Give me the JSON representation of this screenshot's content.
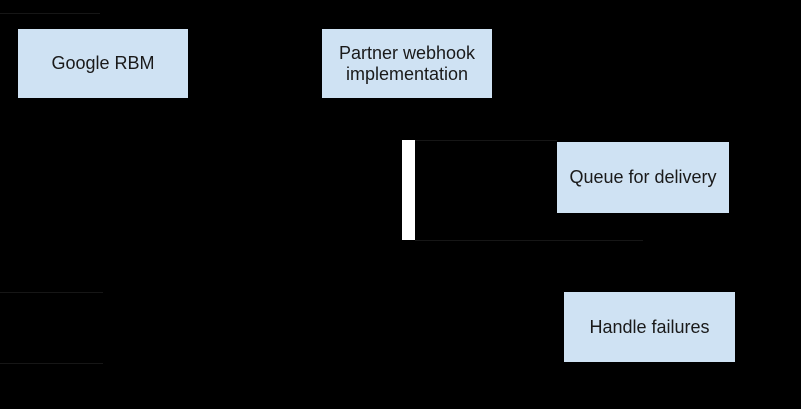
{
  "diagram": {
    "type": "sequence-diagram-fragment",
    "background_color": "#000000",
    "node_fill_color": "#cfe2f3",
    "node_text_color": "#1a1a1a",
    "activation_bar_color": "#ffffff",
    "faint_line_color": "#161616",
    "nodes": [
      {
        "id": "google-rbm",
        "label": "Google RBM"
      },
      {
        "id": "partner-webhook",
        "label": "Partner webhook implementation"
      },
      {
        "id": "queue-for-delivery",
        "label": "Queue for delivery"
      },
      {
        "id": "handle-failures",
        "label": "Handle failures"
      }
    ],
    "activation_bar": {
      "description": "white vertical activation bar under partner webhook lifeline"
    }
  }
}
